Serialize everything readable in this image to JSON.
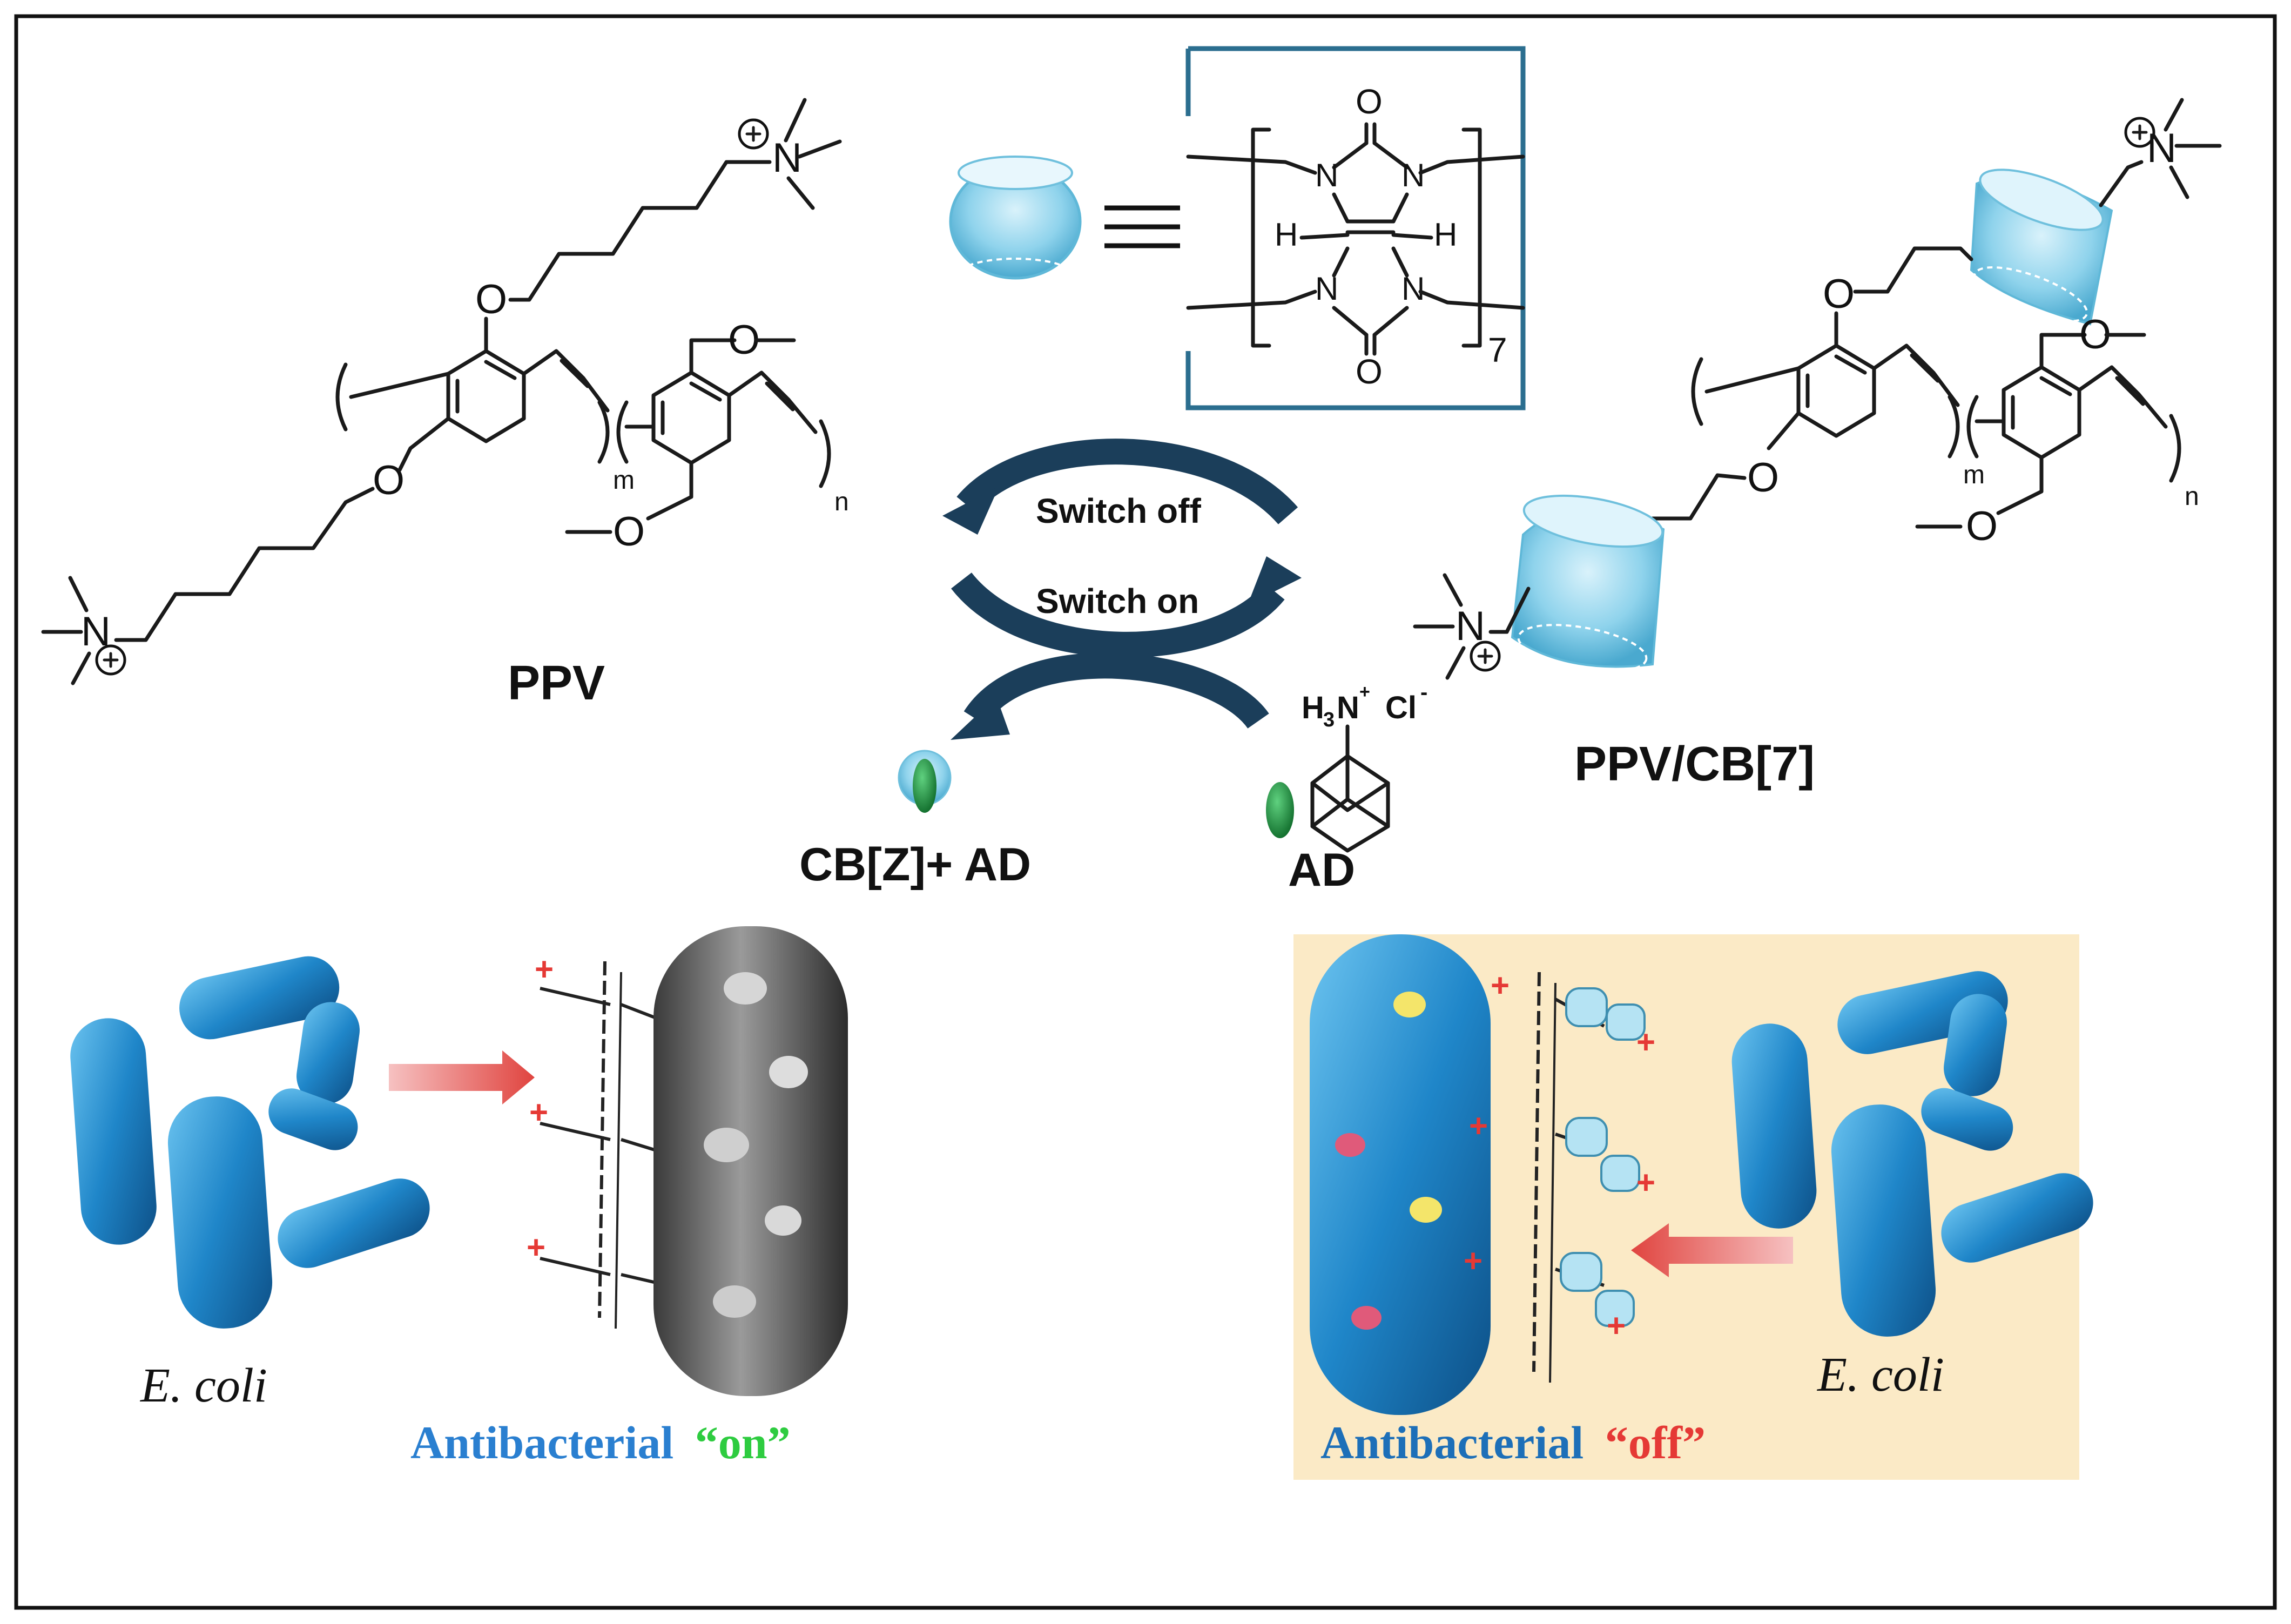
{
  "labels": {
    "ppv": "PPV",
    "ppv_cb7": "PPV/CB[7]",
    "switch_off": "Switch off",
    "switch_on": "Switch on",
    "cbz_ad": "CB[Z]+ AD",
    "ad": "AD",
    "ecoli_left": "E. coli",
    "ecoli_right": "E. coli",
    "antibacterial_on_word": "Antibacterial",
    "antibacterial_on_state": "“on”",
    "antibacterial_off_word": "Antibacterial",
    "antibacterial_off_state": "“off”"
  },
  "chem": {
    "n_plus": "N",
    "o": "O",
    "h": "H",
    "m": "m",
    "n_sub": "n",
    "seven": "7",
    "h3n": "H",
    "sub3": "3",
    "cl": "Cl"
  },
  "colors": {
    "arrow_navy": "#1b3e5a",
    "bracket_teal": "#2b6e8f",
    "cb_blue": "#7ecce6",
    "bacteria_blue": "#1f86c9",
    "green": "#1a8a3a",
    "on_green": "#2ecc40",
    "off_red": "#e53935",
    "antibacterial_blue": "#2a7fd0",
    "panel_yellow": "#fbeac6",
    "plus_red": "#e53935"
  }
}
